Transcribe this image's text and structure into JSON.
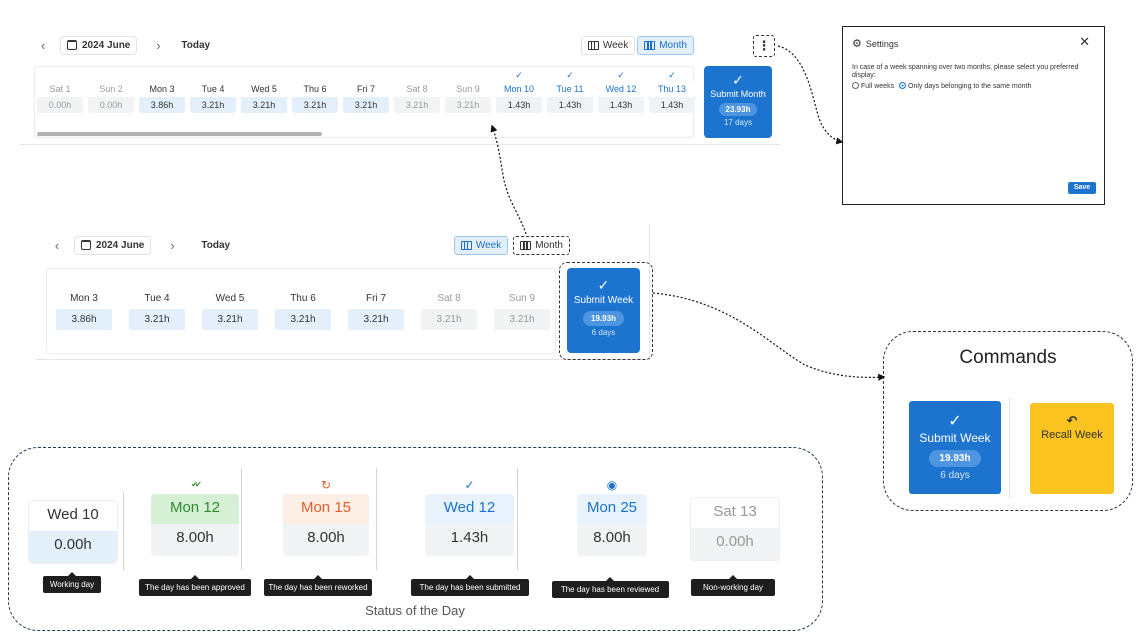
{
  "month_view": {
    "date_label": "2024 June",
    "today_label": "Today",
    "week_label": "Week",
    "month_label": "Month",
    "days": [
      {
        "name": "Sat 1",
        "hours": "0.00h",
        "state": "off"
      },
      {
        "name": "Sun 2",
        "hours": "0.00h",
        "state": "off"
      },
      {
        "name": "Mon 3",
        "hours": "3.86h",
        "state": "work"
      },
      {
        "name": "Tue 4",
        "hours": "3.21h",
        "state": "work"
      },
      {
        "name": "Wed 5",
        "hours": "3.21h",
        "state": "work"
      },
      {
        "name": "Thu 6",
        "hours": "3.21h",
        "state": "work"
      },
      {
        "name": "Fri 7",
        "hours": "3.21h",
        "state": "work"
      },
      {
        "name": "Sat 8",
        "hours": "3.21h",
        "state": "off"
      },
      {
        "name": "Sun 9",
        "hours": "3.21h",
        "state": "off"
      },
      {
        "name": "Mon 10",
        "hours": "1.43h",
        "state": "submitted"
      },
      {
        "name": "Tue 11",
        "hours": "1.43h",
        "state": "submitted"
      },
      {
        "name": "Wed 12",
        "hours": "1.43h",
        "state": "submitted"
      },
      {
        "name": "Thu 13",
        "hours": "1.43h",
        "state": "submitted"
      }
    ],
    "submit": {
      "label": "Submit Month",
      "total": "23.93h",
      "days": "17 days"
    },
    "check_glyph": "✓"
  },
  "settings_dialog": {
    "title": "Settings",
    "message": "In case of a week spanning over two months, please select you preferred display:",
    "option_full": "Full weeks",
    "option_same": "Only days belonging to the same month",
    "save_label": "Save"
  },
  "week_view": {
    "date_label": "2024 June",
    "today_label": "Today",
    "week_label": "Week",
    "month_label": "Month",
    "days": [
      {
        "name": "Mon 3",
        "hours": "3.86h",
        "state": "work"
      },
      {
        "name": "Tue 4",
        "hours": "3.21h",
        "state": "work"
      },
      {
        "name": "Wed 5",
        "hours": "3.21h",
        "state": "work"
      },
      {
        "name": "Thu 6",
        "hours": "3.21h",
        "state": "work"
      },
      {
        "name": "Fri 7",
        "hours": "3.21h",
        "state": "work"
      },
      {
        "name": "Sat 8",
        "hours": "3.21h",
        "state": "off"
      },
      {
        "name": "Sun 9",
        "hours": "3.21h",
        "state": "off"
      }
    ],
    "submit": {
      "label": "Submit Week",
      "total": "19.93h",
      "days": "6 days"
    }
  },
  "commands": {
    "title": "Commands",
    "submit": {
      "label": "Submit Week",
      "total": "19.93h",
      "days": "6 days"
    },
    "recall": {
      "label": "Recall Week"
    }
  },
  "status_legend": {
    "title": "Status of the Day",
    "items": [
      {
        "name": "Wed 10",
        "hours": "0.00h",
        "tooltip": "Working day",
        "icon": "none"
      },
      {
        "name": "Mon 12",
        "hours": "8.00h",
        "tooltip": "The day has been approved",
        "icon": "double-check-icon"
      },
      {
        "name": "Mon 15",
        "hours": "8.00h",
        "tooltip": "The day has been reworked",
        "icon": "rework-icon"
      },
      {
        "name": "Wed 12",
        "hours": "1.43h",
        "tooltip": "The day has been submitted",
        "icon": "check-icon"
      },
      {
        "name": "Mon 25",
        "hours": "8.00h",
        "tooltip": "The day has been reviewed",
        "icon": "eye-icon"
      },
      {
        "name": "Sat 13",
        "hours": "0.00h",
        "tooltip": "Non-working day",
        "icon": "none"
      }
    ]
  },
  "colors": {
    "primary": "#1d74cf",
    "working_bg": "#e3f0fb",
    "approved_bg": "#d6f0d6",
    "approved_text": "#2e8b2e",
    "reworked_bg": "#fdeee6",
    "reworked_text": "#e0602a",
    "submitted_text": "#1a73c9",
    "recall": "#fac320"
  }
}
